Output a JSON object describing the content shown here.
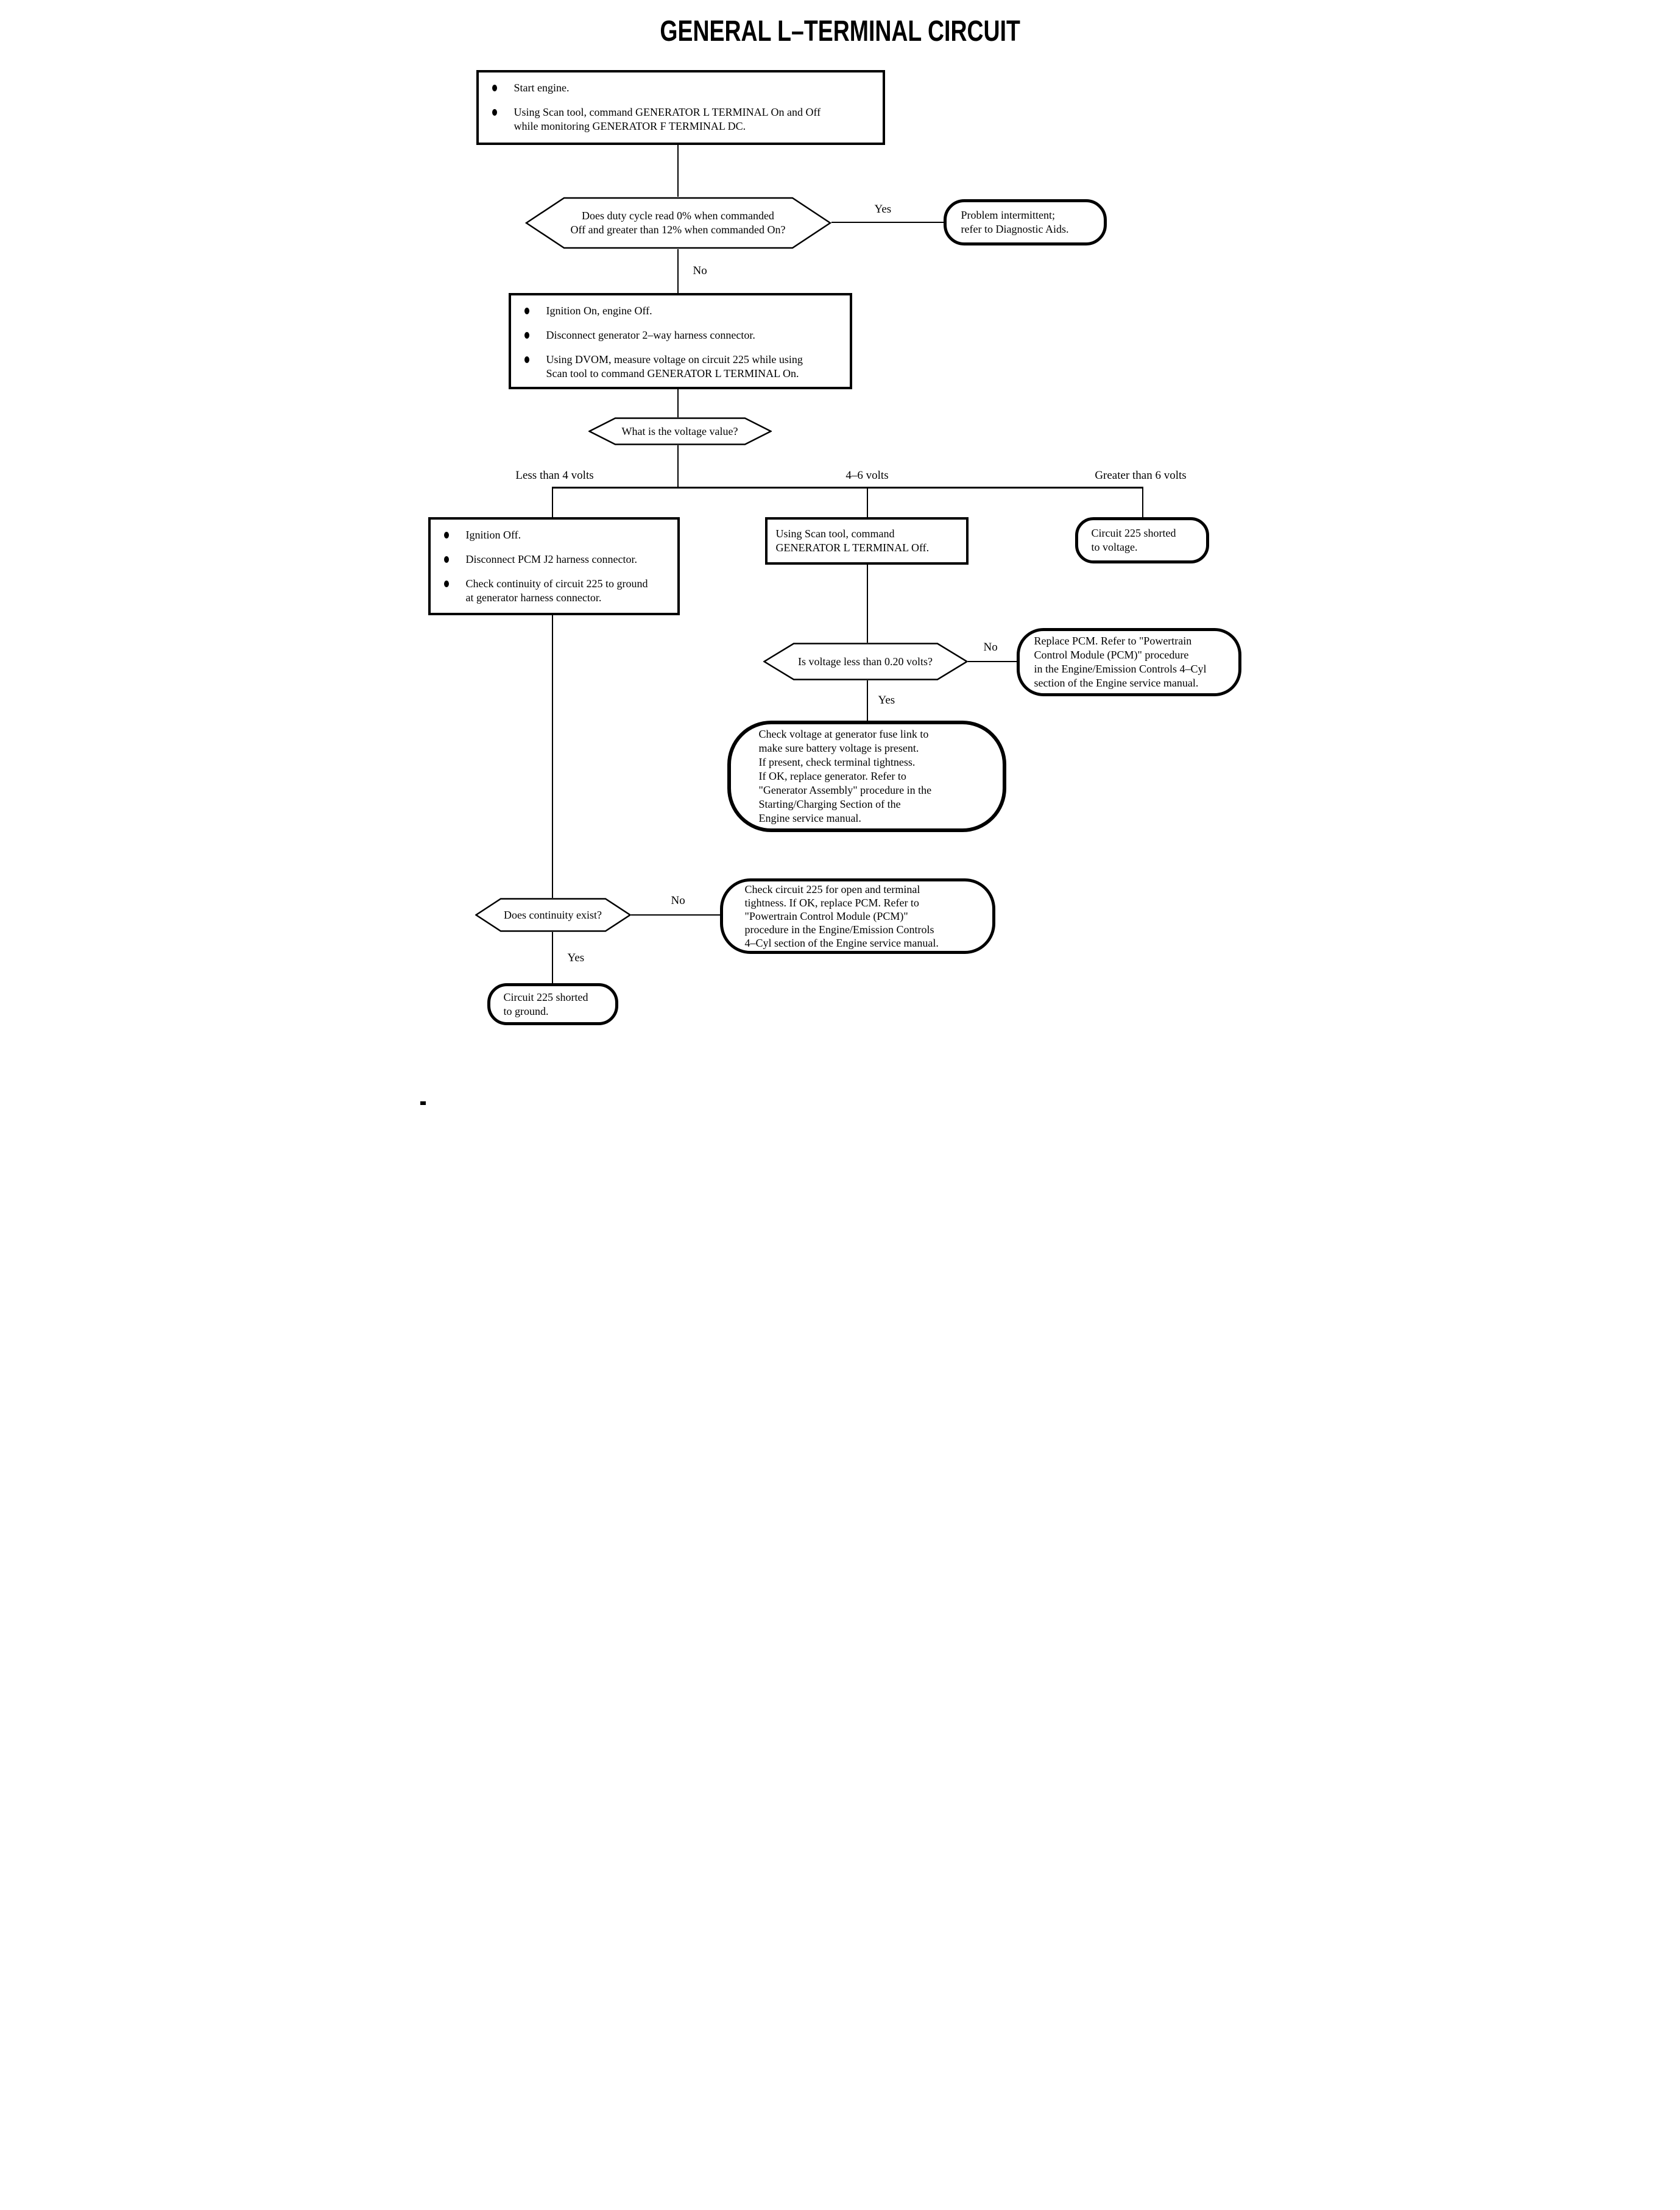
{
  "page": {
    "title": "GENERAL L–TERMINAL CIRCUIT"
  },
  "labels": {
    "yes": "Yes",
    "no": "No"
  },
  "branch_labels": {
    "left": "Less than 4 volts",
    "middle": "4–6 volts",
    "right": "Greater than 6 volts"
  },
  "nodes": {
    "start": {
      "type": "process",
      "bullets": [
        {
          "lines": [
            "Start engine."
          ]
        },
        {
          "lines": [
            "Using Scan tool, command GENERATOR L TERMINAL On and Off",
            "while monitoring GENERATOR F TERMINAL DC."
          ]
        }
      ]
    },
    "decision_duty_cycle": {
      "type": "decision",
      "lines": [
        "Does duty cycle read 0% when commanded",
        "Off and greater than 12% when commanded On?"
      ]
    },
    "problem_intermittent": {
      "type": "terminal",
      "lines": [
        "Problem intermittent;",
        "refer to Diagnostic Aids."
      ]
    },
    "ignition_on_checks": {
      "type": "process",
      "bullets": [
        {
          "lines": [
            "Ignition On, engine Off."
          ]
        },
        {
          "lines": [
            "Disconnect generator 2–way harness connector."
          ]
        },
        {
          "lines": [
            "Using DVOM, measure voltage on circuit 225 while using",
            "Scan tool to command GENERATOR L TERMINAL On."
          ]
        }
      ]
    },
    "decision_voltage_value": {
      "type": "decision",
      "lines": [
        "What is the voltage value?"
      ]
    },
    "ignition_off_checks": {
      "type": "process",
      "bullets": [
        {
          "lines": [
            "Ignition Off."
          ]
        },
        {
          "lines": [
            "Disconnect PCM J2 harness connector."
          ]
        },
        {
          "lines": [
            "Check continuity of circuit 225 to ground",
            "at generator harness connector."
          ]
        }
      ]
    },
    "command_l_terminal_off": {
      "type": "process",
      "lines": [
        "Using Scan tool, command",
        "GENERATOR L TERMINAL Off."
      ]
    },
    "circuit_shorted_voltage": {
      "type": "terminal",
      "lines": [
        "Circuit 225 shorted",
        "to voltage."
      ]
    },
    "decision_voltage_020": {
      "type": "decision",
      "lines": [
        "Is voltage less than 0.20 volts?"
      ]
    },
    "replace_pcm": {
      "type": "terminal",
      "lines": [
        "Replace PCM. Refer to \"Powertrain",
        "Control Module (PCM)\" procedure",
        "in the Engine/Emission Controls 4–Cyl",
        "section of the Engine service manual."
      ]
    },
    "check_fuse_link": {
      "type": "terminal",
      "lines": [
        "Check voltage at generator fuse link to",
        "make sure battery voltage is present.",
        "If present, check terminal tightness.",
        "If OK, replace generator. Refer to",
        "\"Generator Assembly\" procedure in the",
        "Starting/Charging Section of the",
        "Engine service manual."
      ]
    },
    "decision_continuity": {
      "type": "decision",
      "lines": [
        "Does continuity exist?"
      ]
    },
    "check_circuit_open": {
      "type": "terminal",
      "lines": [
        "Check circuit 225 for open and terminal",
        "tightness. If OK, replace PCM. Refer to",
        "\"Powertrain Control Module (PCM)\"",
        "procedure in the Engine/Emission Controls",
        "4–Cyl section of the Engine service manual."
      ]
    },
    "circuit_shorted_ground": {
      "type": "terminal",
      "lines": [
        "Circuit 225 shorted",
        "to ground."
      ]
    }
  }
}
